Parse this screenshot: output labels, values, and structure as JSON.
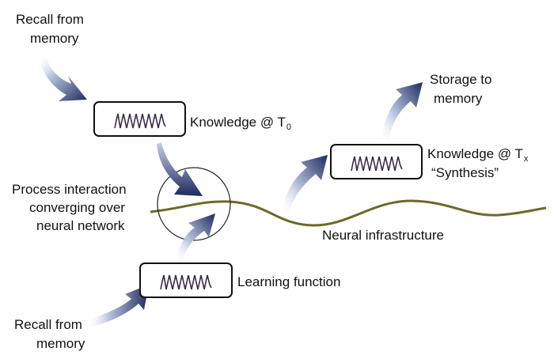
{
  "colors": {
    "arrow_dark": "#1e2a5e",
    "arrow_light": "#d6dcec",
    "wave": "#6b6a2c",
    "box_border": "#111111",
    "signal": "#3a2b4a"
  },
  "labels": {
    "recall_top": [
      "Recall from",
      "memory"
    ],
    "recall_bottom": [
      "Recall from",
      "memory"
    ],
    "knowledge_t0": {
      "text": "Knowledge @ T",
      "subscript": "0"
    },
    "knowledge_tx": {
      "text": "Knowledge @ T",
      "subscript": "x"
    },
    "synthesis": "“Synthesis”",
    "storage": [
      "Storage to",
      "memory"
    ],
    "process": [
      "Process interaction",
      "converging over",
      "neural network"
    ],
    "neural_infrastructure": "Neural infrastructure",
    "learning_function": "Learning function"
  }
}
